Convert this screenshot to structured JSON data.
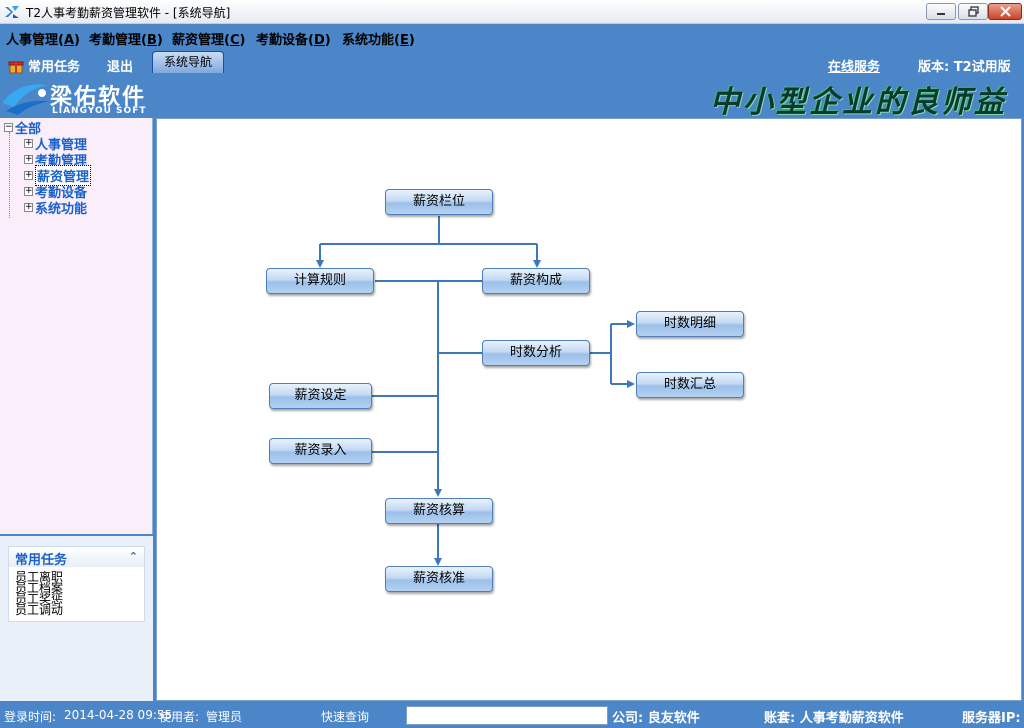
{
  "window": {
    "title": "T2人事考勤薪资管理软件 - [系统导航]"
  },
  "menu": {
    "items": [
      {
        "label": "人事管理(",
        "key": "A",
        "end": ")"
      },
      {
        "label": "考勤管理(",
        "key": "B",
        "end": ")"
      },
      {
        "label": "薪资管理(",
        "key": "C",
        "end": ")"
      },
      {
        "label": "考勤设备(",
        "key": "D",
        "end": ")"
      },
      {
        "label": "系统功能(",
        "key": "E",
        "end": ")"
      }
    ]
  },
  "toolbar": {
    "common_tasks": "常用任务",
    "exit": "退出",
    "tab_nav": "系统导航",
    "online_service": "在线服务",
    "version": "版本: T2试用版"
  },
  "banner": {
    "logo_cn": "梁佑软件",
    "logo_en": "LIANGYOU SOFT",
    "slogan": "中小型企业的良师益友"
  },
  "tree": {
    "root": "全部",
    "items": [
      "人事管理",
      "考勤管理",
      "薪资管理",
      "考勤设备",
      "系统功能"
    ]
  },
  "tasks": {
    "title": "常用任务",
    "items": [
      "员工离职",
      "员工档案",
      "员工奖惩",
      "员工调动"
    ]
  },
  "flow": {
    "salary_columns": "薪资栏位",
    "calc_rules": "计算规则",
    "salary_composition": "薪资构成",
    "hours_analysis": "时数分析",
    "hours_detail": "时数明细",
    "hours_summary": "时数汇总",
    "salary_setup": "薪资设定",
    "salary_entry": "薪资录入",
    "salary_calc": "薪资核算",
    "salary_approve": "薪资核准"
  },
  "status": {
    "login_time_label": "登录时间:",
    "login_time": "2014-04-28 09:55",
    "user_label": "使用者:",
    "user": "管理员",
    "quick_search": "快速查询",
    "company": "公司: 良友软件",
    "account": "账套: 人事考勤薪资软件",
    "server": "服务器IP:"
  },
  "colors": {
    "frame_blue": "#4a86c8",
    "tree_bg": "#faeefa",
    "link_blue": "#1a62c9"
  }
}
